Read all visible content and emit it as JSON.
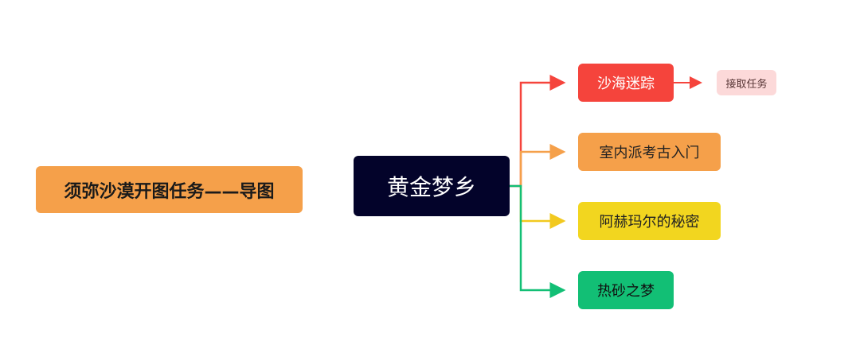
{
  "root": {
    "label": "须弥沙漠开图任务——导图"
  },
  "center": {
    "label": "黄金梦乡"
  },
  "children": [
    {
      "label": "沙海迷踪",
      "color": "#f5443c"
    },
    {
      "label": "室内派考古入门",
      "color": "#f5a04a"
    },
    {
      "label": "阿赫玛尔的秘密",
      "color": "#f2d61f"
    },
    {
      "label": "热砂之梦",
      "color": "#12bf75"
    }
  ],
  "sub": {
    "label": "接取任务"
  }
}
